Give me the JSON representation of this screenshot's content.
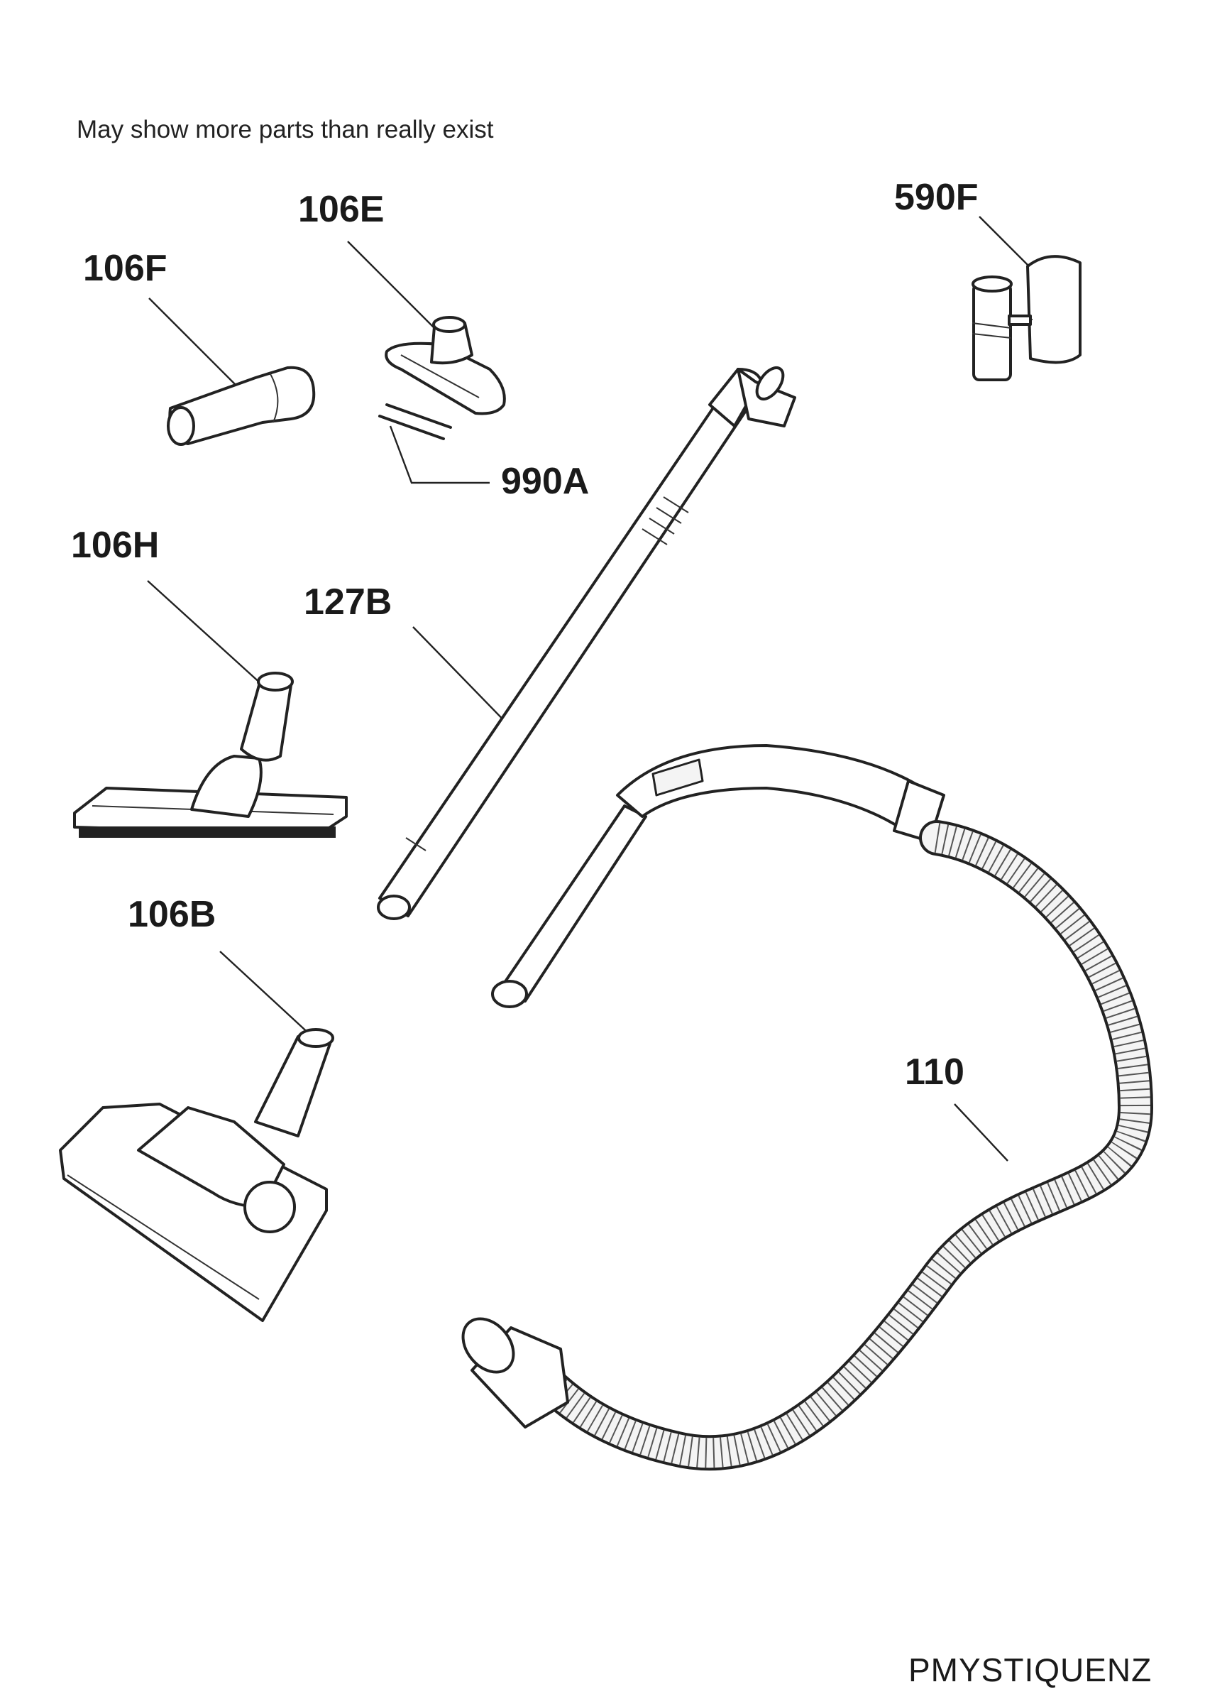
{
  "note": "May show more parts than really exist",
  "model_code": "PMYSTIQUENZ",
  "parts": [
    {
      "id": "106F",
      "icon": "crevice-nozzle-icon"
    },
    {
      "id": "106E",
      "icon": "upholstery-nozzle-icon"
    },
    {
      "id": "990A",
      "icon": "brush-strips-icon"
    },
    {
      "id": "590F",
      "icon": "tube-holder-icon"
    },
    {
      "id": "106H",
      "icon": "parquet-nozzle-icon"
    },
    {
      "id": "127B",
      "icon": "telescopic-tube-icon"
    },
    {
      "id": "106B",
      "icon": "floor-nozzle-icon"
    },
    {
      "id": "110",
      "icon": "hose-icon"
    }
  ]
}
